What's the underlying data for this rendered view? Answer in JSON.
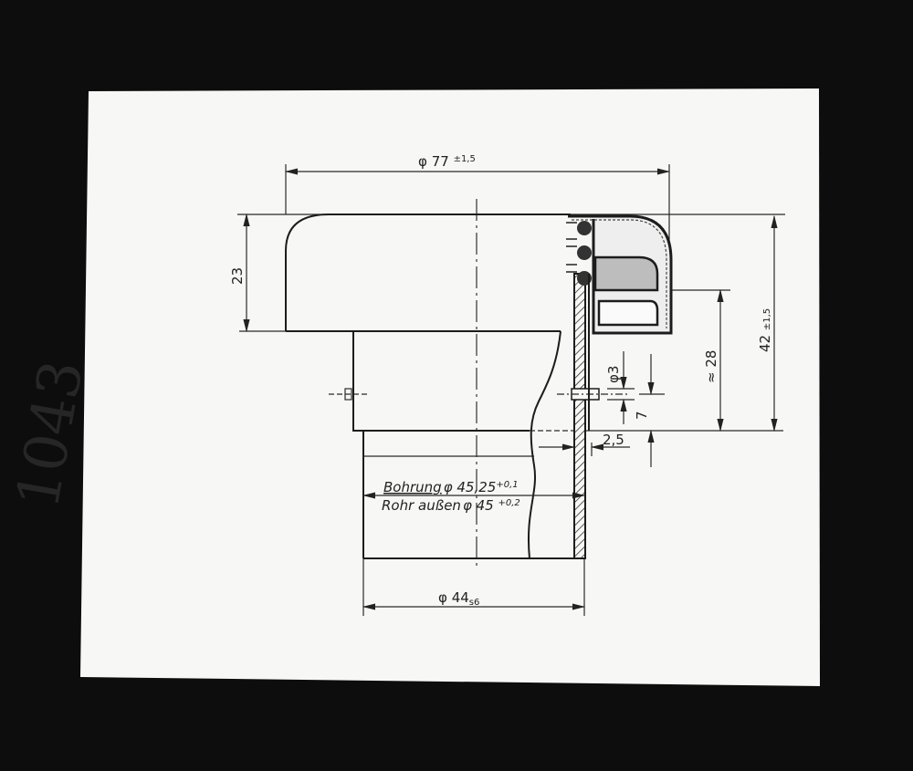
{
  "handwritten_number": "1043",
  "dimensions": {
    "outer_diameter": {
      "symbol": "φ",
      "value": "77",
      "tolerance": "±1,5"
    },
    "cap_height": "23",
    "total_height": {
      "value": "42",
      "tolerance": "±1,5"
    },
    "seal_height": "≈ 28",
    "hole_diameter": "φ3",
    "hole_offset": "7",
    "wall_thickness": "2,5",
    "bore": {
      "label": "Bohrung",
      "symbol": "φ",
      "value": "45,25",
      "tolerance": "+0,1"
    },
    "pipe_outer": {
      "label": "Rohr außen",
      "symbol": "φ",
      "value": "45",
      "tolerance": "+0,2"
    },
    "inner_diameter": {
      "symbol": "φ",
      "value": "44",
      "fit": "s6"
    }
  }
}
